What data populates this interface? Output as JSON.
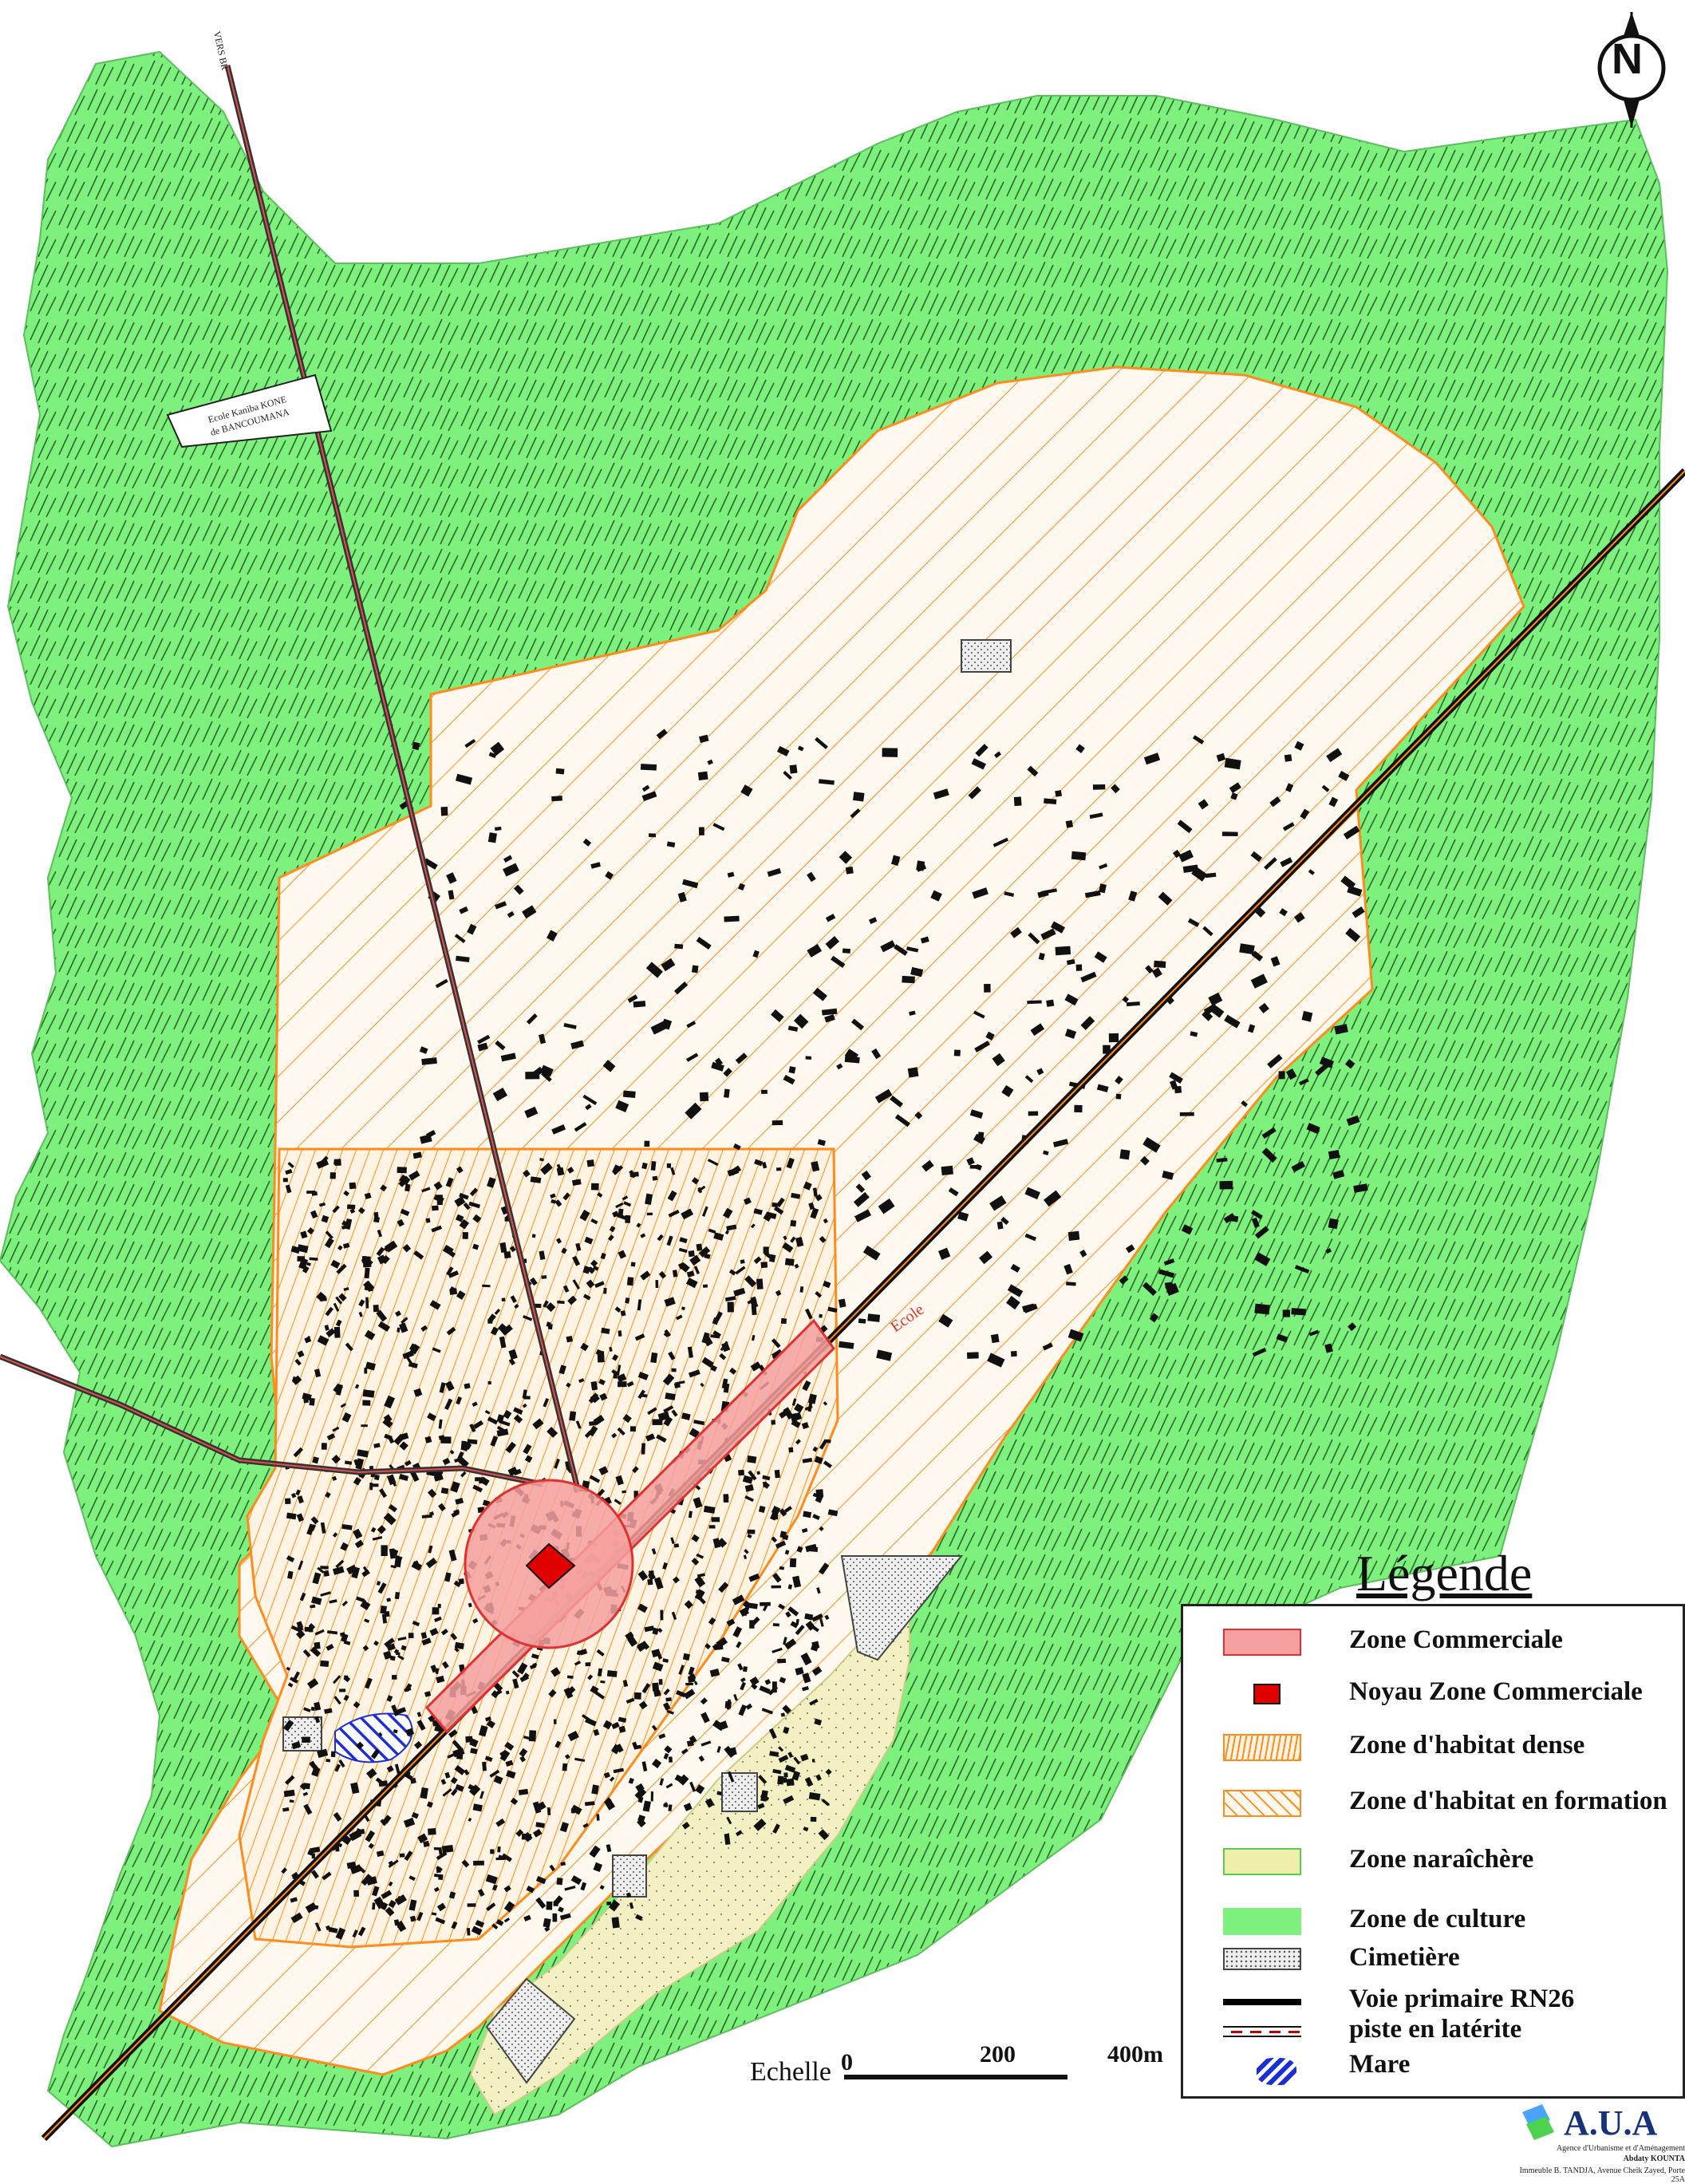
{
  "legend": {
    "title": "Légende",
    "items": [
      {
        "label": "Zone Commerciale",
        "color": "#f4a0a0"
      },
      {
        "label": "Noyau Zone Commerciale",
        "color": "#e00000"
      },
      {
        "label": "Zone d'habitat dense",
        "color": "#ff8c1a"
      },
      {
        "label": "Zone d'habitat en formation",
        "color": "#ff8c1a"
      },
      {
        "label": "Zone   naraîchère",
        "color": "#eeeeaa"
      },
      {
        "label": "Zone de culture",
        "color": "#7ef07e"
      },
      {
        "label": "Cimetière",
        "color": "#e0e0e0"
      },
      {
        "label": "Voie primaire RN26",
        "color": "#000000"
      },
      {
        "label": "piste en latérite",
        "color": "#c00000"
      },
      {
        "label": "Mare",
        "color": "#1c2fd6"
      }
    ]
  },
  "scale": {
    "label": "Echelle",
    "ticks": [
      "0",
      "200",
      "400m"
    ]
  },
  "map_labels": {
    "school_label": "Ecole",
    "north_road": "VERS BR",
    "school_north_line1": "Ecole Kaniba KONE",
    "school_north_line2": "de BANCOUMANA"
  },
  "north_arrow": {
    "letter": "N"
  },
  "logo": {
    "name": "A.U.A",
    "line1": "Agence d'Urbanisme et d'Aménagement",
    "line2": "Abdaty KOUNTA",
    "line3": "Immeuble B. TANDJA, Avenue Cheik Zayed, Porte 25A"
  },
  "colors": {
    "culture": "#7ef07e",
    "habitat": "#ff8c1a",
    "commercial": "#f4a0a0",
    "noyau": "#e00000",
    "maraichere": "#eeeeaa",
    "mare": "#1c2fd6"
  }
}
